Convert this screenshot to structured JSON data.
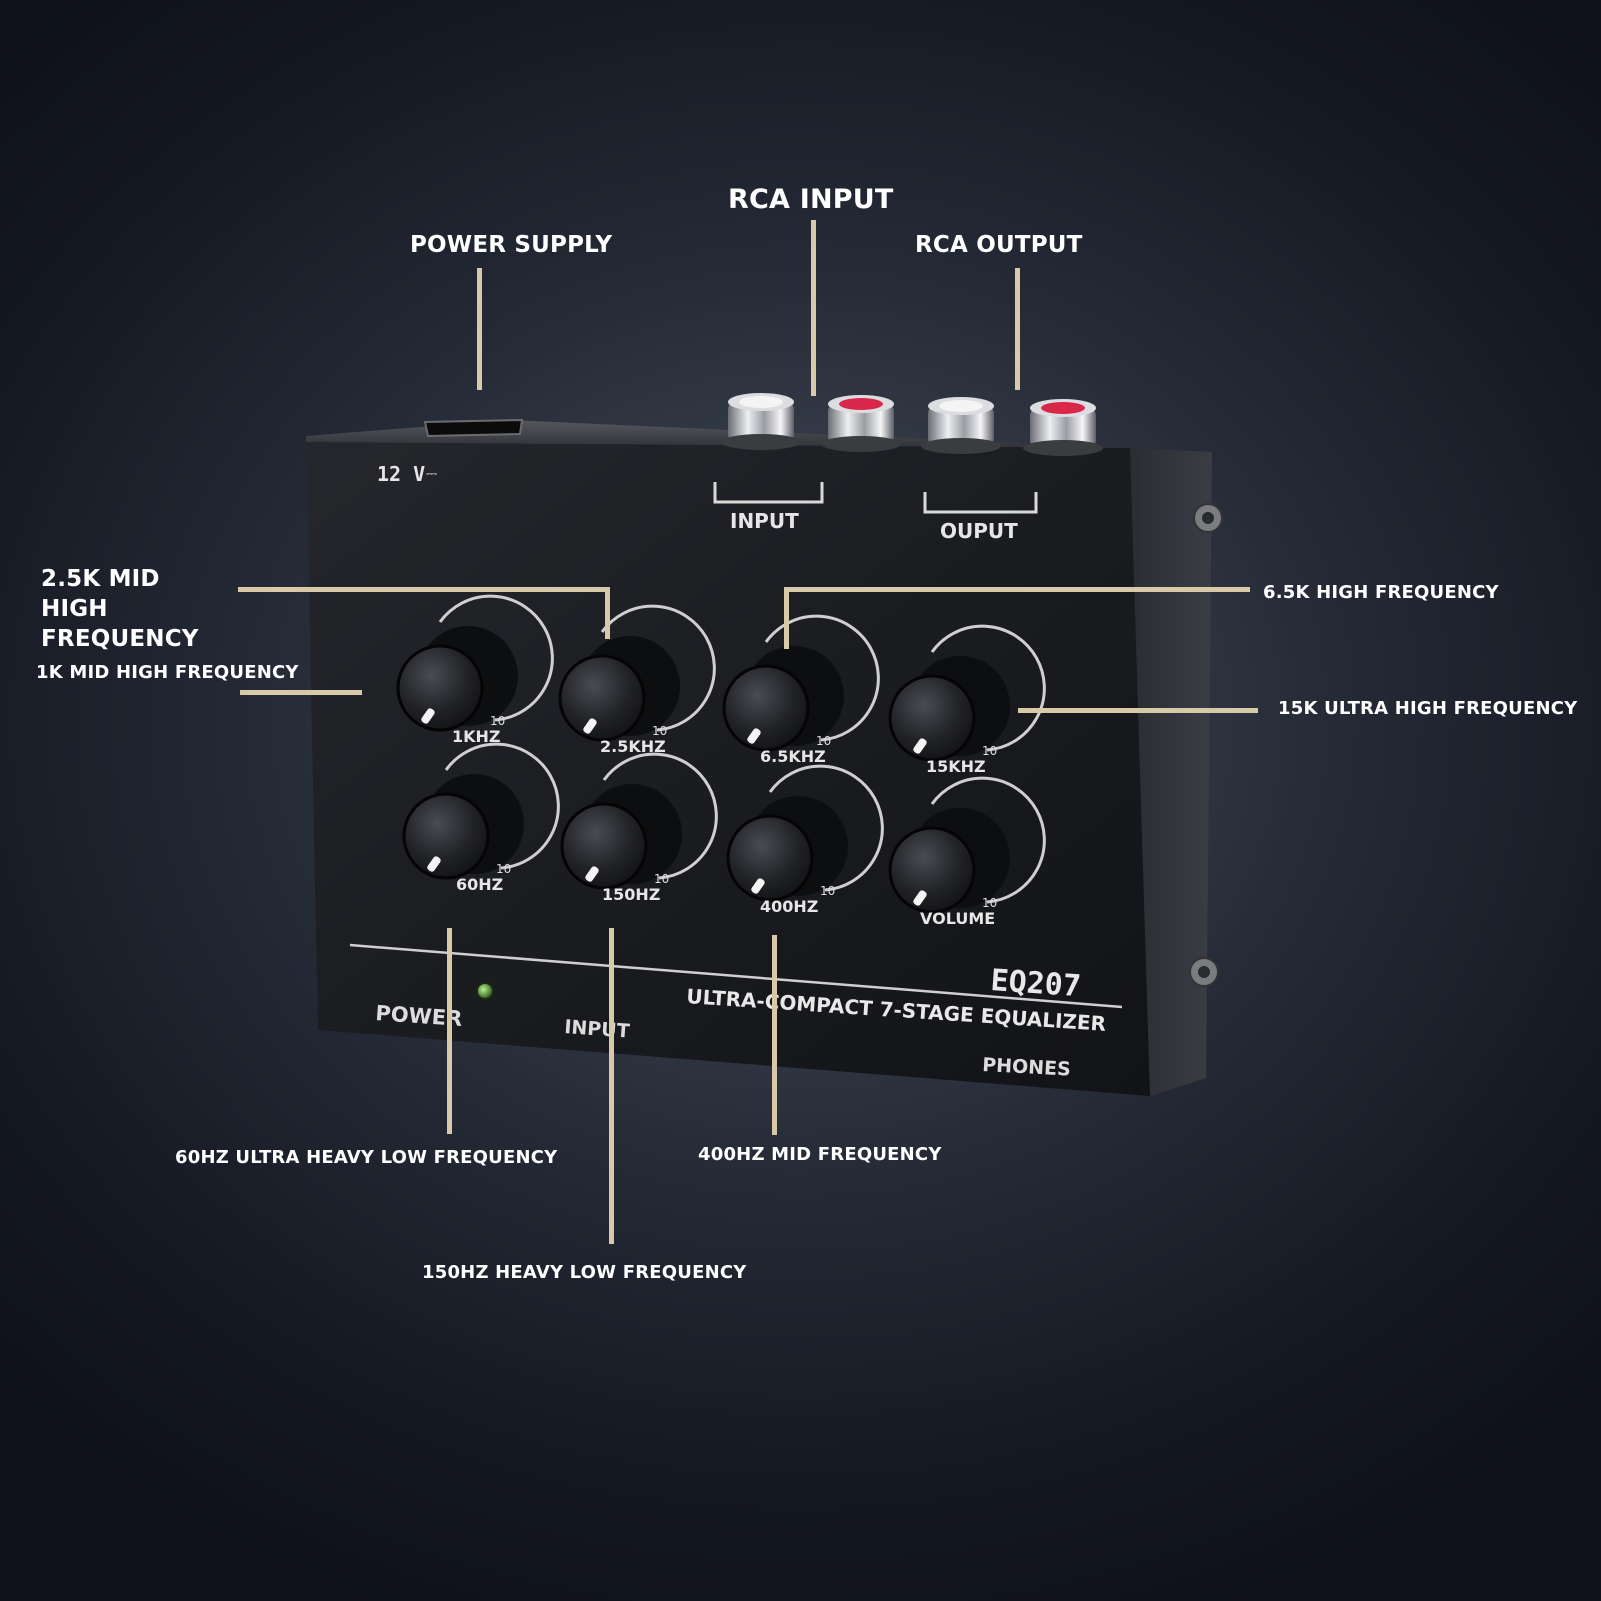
{
  "callouts": {
    "rca_input": "RCA INPUT",
    "power_supply": "POWER SUPPLY",
    "rca_output": "RCA OUTPUT",
    "mid_high_2_5k": "2.5K MID HIGH FREQUENCY",
    "mid_high_1k": "1K MID HIGH FREQUENCY",
    "high_6_5k": "6.5K HIGH FREQUENCY",
    "ultra_high_15k": "15K ULTRA HIGH FREQUENCY",
    "ultra_heavy_low_60hz": "60HZ ULTRA HEAVY LOW FREQUENCY",
    "mid_400hz": "400HZ MID FREQUENCY",
    "heavy_low_150hz": "150HZ HEAVY LOW FREQUENCY"
  },
  "device": {
    "voltage": "12 V",
    "input_group": "INPUT",
    "output_group": "OUPUT",
    "model": "EQ207",
    "tagline": "ULTRA-COMPACT 7-STAGE EQUALIZER",
    "power": "POWER",
    "front_input": "INPUT",
    "phones": "PHONES",
    "scale_max": "10",
    "knobs": {
      "k1": "1KHZ",
      "k2": "2.5KHZ",
      "k3": "6.5KHZ",
      "k4": "15KHZ",
      "k5": "60HZ",
      "k6": "150HZ",
      "k7": "400HZ",
      "k8": "VOLUME"
    }
  },
  "colors": {
    "callout_line": "#d8c9a8",
    "callout_text": "#ffffff",
    "rca_red": "#d9274a",
    "rca_white": "#f4f4f4",
    "power_led": "#5fae4a"
  }
}
